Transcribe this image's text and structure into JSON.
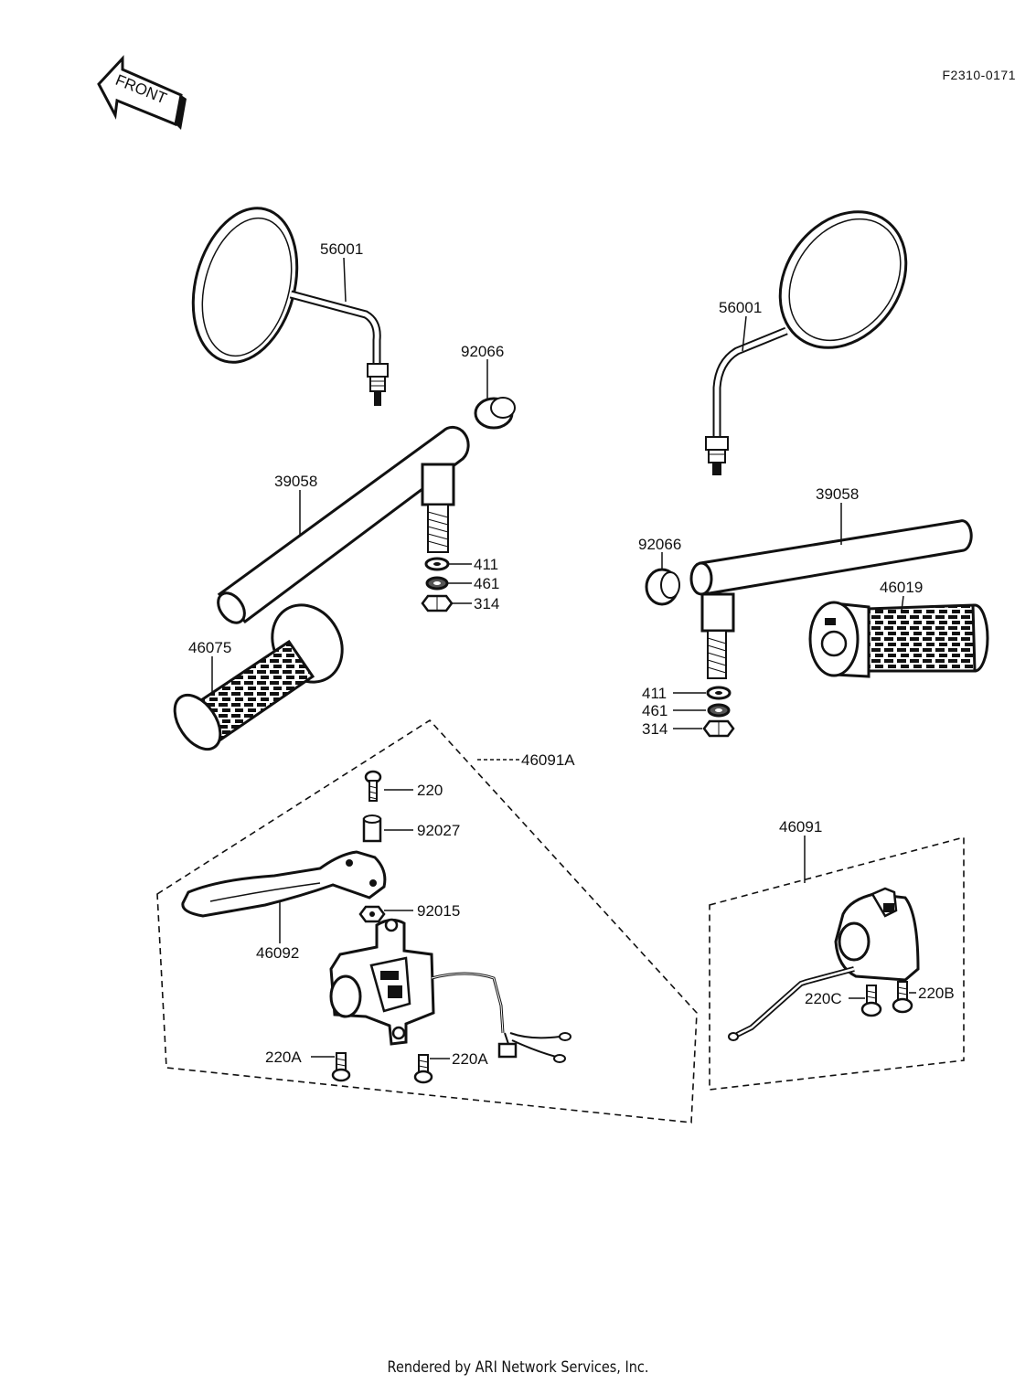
{
  "header": {
    "front_label": "FRONT",
    "reference_code": "F2310-0171"
  },
  "labels": {
    "mirror_left": "56001",
    "mirror_right": "56001",
    "cap_left": "92066",
    "cap_right": "92066",
    "handlebar_left": "39058",
    "handlebar_right": "39058",
    "washer_left": "411",
    "lockwasher_left": "461",
    "nut_left": "314",
    "washer_right": "411",
    "lockwasher_right": "461",
    "nut_right": "314",
    "grip_left": "46075",
    "grip_right": "46019",
    "switch_assembly_left": "46091A",
    "screw_220": "220",
    "collar_92027": "92027",
    "nut_92015": "92015",
    "lever_46092": "46092",
    "screw_220a_left": "220A",
    "screw_220a_right": "220A",
    "switch_assembly_right": "46091",
    "screw_220c": "220C",
    "screw_220b": "220B"
  },
  "footer": {
    "text": "Rendered by ARI Network Services, Inc."
  }
}
